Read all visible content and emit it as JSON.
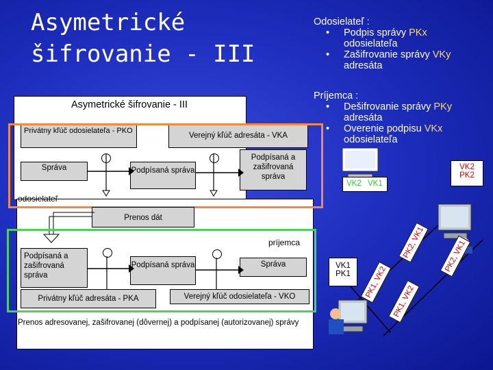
{
  "slide": {
    "title_line1": "Asymetrické",
    "title_line2": "šifrovanie - III"
  },
  "sender_notes": {
    "heading": "Odosielateľ :",
    "bullet1_a": "Podpis správy ",
    "bullet1_hl": "PKx",
    "bullet1_b": "odosielateľa",
    "bullet2_a": "Zašifrovanie správy ",
    "bullet2_hl": "VKy",
    "bullet2_b": "adresáta"
  },
  "receiver_notes": {
    "heading": "Príjemca :",
    "bullet1_a": "Dešifrovanie správy ",
    "bullet1_hl": "PKy",
    "bullet1_b": "adresáta",
    "bullet2_a": "Overenie podpisu ",
    "bullet2_hl": "VKx",
    "bullet2_b": "odosielateľa"
  },
  "diagram": {
    "title": "Asymetrické šifrovanie - III",
    "sender_private_key": "Privátny kľúč odosielateľa - PKO",
    "recipient_public_key": "Verejný kľúč adresáta - VKA",
    "message": "Správa",
    "signed_message": "Podpísaná správa",
    "signed_encrypted": "Podpísaná a zašifrovaná správa",
    "sender_label": "odosielateľ",
    "transfer": "Prenos dát",
    "receiver_label": "príjemca",
    "signed_encrypted_2": "Podpísaná a zašifrovaná správa",
    "signed_message_2": "Podpísaná správa",
    "message_2": "Správa",
    "recipient_private_key": "Privátny kľúč adresáta - PKA",
    "sender_public_key": "Verejný kľúč odosielateľa - VKO",
    "caption_a": "Prenos ",
    "caption_b": "adresovanej, zašifrovanej",
    "caption_c": " (dôvernej) a podpísanej (autorizovanej) správy"
  },
  "network": {
    "sender_box_vk2": "VK2",
    "sender_box_vk1": "VK1",
    "top_right_vk2": "VK2",
    "top_right_pk2": "PK2",
    "left_vk1": "VK1",
    "left_pk1": "PK1",
    "diag_top": "PK2, VK1",
    "diag_right": "PK2, VK1",
    "diag_left": "PK1, VK2",
    "diag_bottom": "PK1, VK2"
  },
  "colors": {
    "background": "#1f2fc0",
    "highlight": "#ffd966",
    "sender_frame": "#f58a3a",
    "receiver_frame": "#4cd060",
    "red_label": "#d40000"
  }
}
